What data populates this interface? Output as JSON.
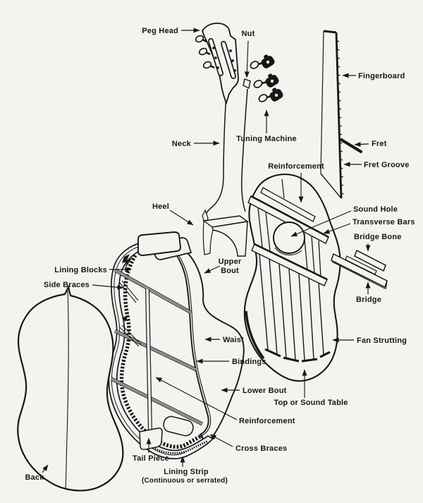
{
  "figure": {
    "subject": "Exploded parts diagram of a classical guitar",
    "colors": {
      "ink": "#171717",
      "paper": "#f4f3f0"
    }
  },
  "labels": {
    "peg_head": "Peg Head",
    "nut": "Nut",
    "fingerboard": "Fingerboard",
    "tuning_machine": "Tuning Machine",
    "neck": "Neck",
    "fret": "Fret",
    "fret_groove": "Fret Groove",
    "heel": "Heel",
    "reinforcement_top": "Reinforcement",
    "sound_hole": "Sound Hole",
    "transverse_bars": "Transverse Bars",
    "bridge_bone": "Bridge Bone",
    "bridge": "Bridge",
    "upper_bout_line1": "Upper",
    "upper_bout_line2": "Bout",
    "lining_blocks": "Lining Blocks",
    "side_braces": "Side Braces",
    "waist": "Waist",
    "bindings": "Bindings",
    "fan_strutting": "Fan Strutting",
    "lower_bout": "Lower Bout",
    "top_or_sound_table": "Top or Sound Table",
    "reinforcement_bottom": "Reinforcement",
    "cross_braces": "Cross Braces",
    "tail_piece": "Tail Piece",
    "lining_strip_line1": "Lining Strip",
    "lining_strip_line2": "(Continuous or serrated)",
    "back": "Back"
  }
}
